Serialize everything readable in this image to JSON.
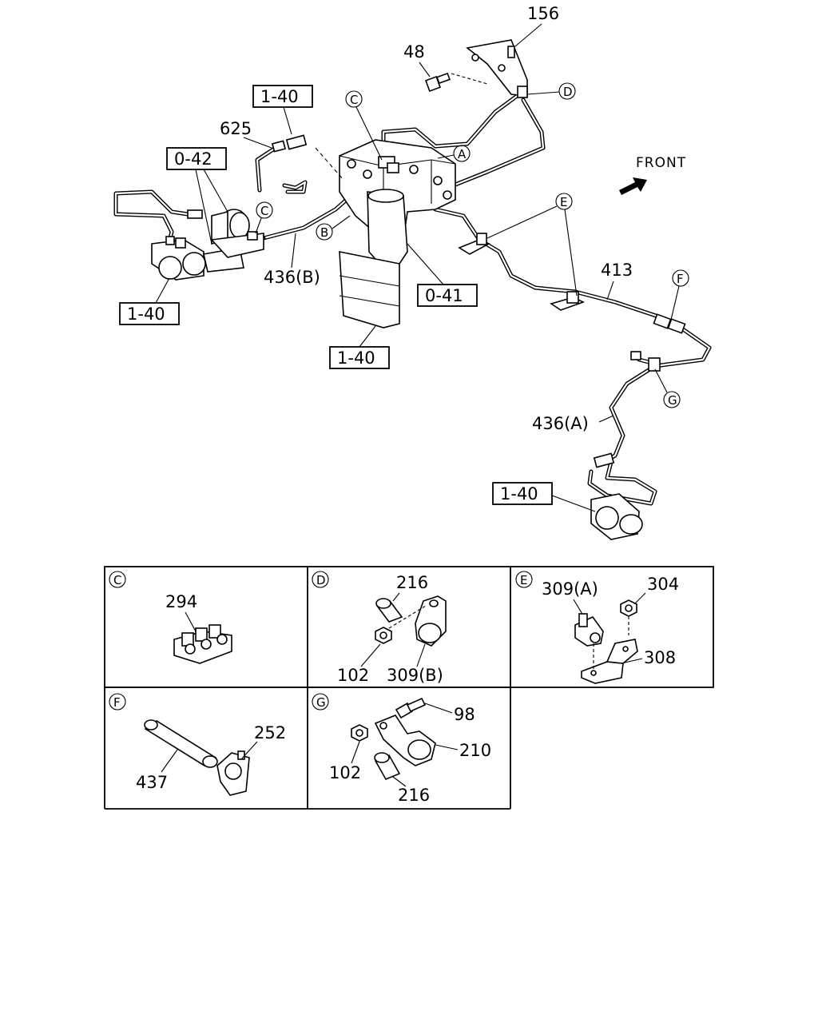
{
  "labels": {
    "p156": "156",
    "p48": "48",
    "p625": "625",
    "p436b": "436(B)",
    "p413": "413",
    "p436a": "436(A)",
    "p294": "294",
    "p216_d": "216",
    "p102_d": "102",
    "p309b": "309(B)",
    "p309a": "309(A)",
    "p304": "304",
    "p308": "308",
    "p252": "252",
    "p437": "437",
    "p98": "98",
    "p210": "210",
    "p102_g": "102",
    "p216_g": "216"
  },
  "refs": {
    "r140_top": "1-40",
    "r042": "0-42",
    "r140_left": "1-40",
    "r041": "0-41",
    "r140_mid": "1-40",
    "r140_bottom": "1-40"
  },
  "callouts": {
    "A": "A",
    "B": "B",
    "C_top": "C",
    "C_left": "C",
    "D": "D",
    "E": "E",
    "F": "F",
    "G": "G",
    "panel_C": "C",
    "panel_D": "D",
    "panel_E": "E",
    "panel_F": "F",
    "panel_G": "G"
  },
  "front_label": "FRONT"
}
